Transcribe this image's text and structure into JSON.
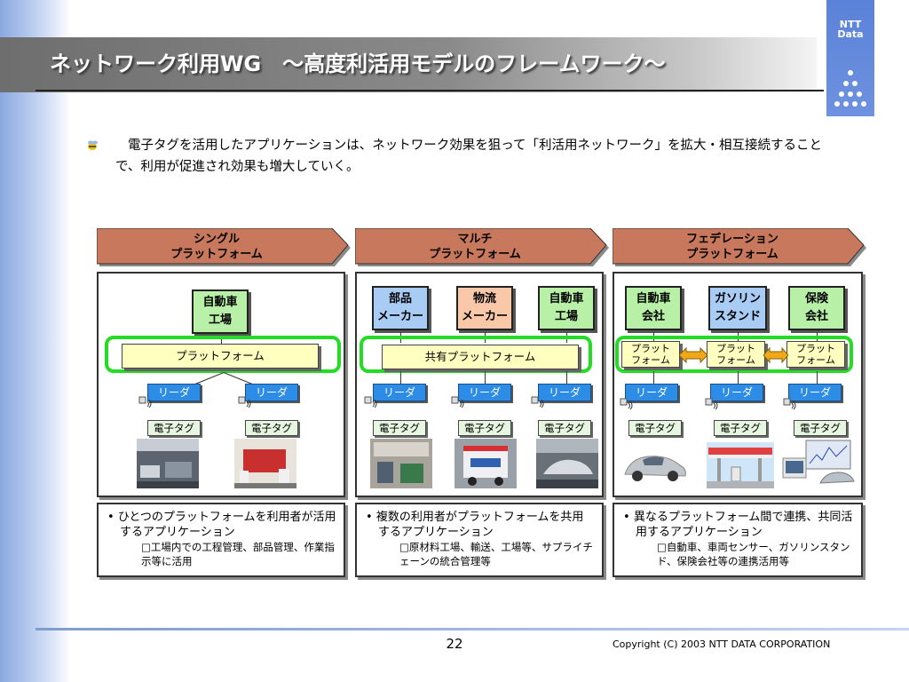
{
  "slide": {
    "title": "ネットワーク利用WG　～高度利活用モデルのフレームワーク～",
    "logo_text": "NTT\nData",
    "intro": "電子タグを活用したアプリケーションは、ネットワーク効果を狙って「利活用ネットワーク」を拡大・相互接続することで、利用が促進され効果も増大していく。",
    "page_number": "22",
    "copyright": "Copyright (C) 2003 NTT DATA CORPORATION"
  },
  "columns": [
    {
      "header_line1": "シングル",
      "header_line2": "プラットフォーム",
      "entities": [
        {
          "label": "自動車\n工場",
          "color": "green"
        }
      ],
      "platform": "プラットフォーム",
      "readers": [
        "リーダ",
        "リーダ"
      ],
      "tags": [
        "電子タグ",
        "電子タグ"
      ],
      "desc_bullet": "ひとつのプラットフォームを利用者が活用するアプリケーション",
      "desc_sub": "□工場内での工程管理、部品管理、作業指示等に活用"
    },
    {
      "header_line1": "マルチ",
      "header_line2": "プラットフォーム",
      "entities": [
        {
          "label": "部品\nメーカー",
          "color": "blue"
        },
        {
          "label": "物流\nメーカー",
          "color": "peach"
        },
        {
          "label": "自動車\n工場",
          "color": "green"
        }
      ],
      "platform": "共有プラットフォーム",
      "readers": [
        "リーダ",
        "リーダ",
        "リーダ"
      ],
      "tags": [
        "電子タグ",
        "電子タグ",
        "電子タグ"
      ],
      "desc_bullet": "複数の利用者がプラットフォームを共用するアプリケーション",
      "desc_sub": "□原材料工場、輸送、工場等、サプライチェーンの統合管理等"
    },
    {
      "header_line1": "フェデレーション",
      "header_line2": "プラットフォーム",
      "entities": [
        {
          "label": "自動車\n会社",
          "color": "green"
        },
        {
          "label": "ガソリン\nスタンド",
          "color": "blue"
        },
        {
          "label": "保険\n会社",
          "color": "green"
        }
      ],
      "platforms": [
        "プラット\nフォーム",
        "プラット\nフォーム",
        "プラット\nフォーム"
      ],
      "readers": [
        "リーダ",
        "リーダ",
        "リーダ"
      ],
      "tags": [
        "電子タグ",
        "電子タグ",
        "電子タグ"
      ],
      "desc_bullet": "異なるプラットフォーム間で連携、共同活用するアプリケーション",
      "desc_sub": "□自動車、車両センサー、ガソリンスタンド、保険会社等の連携活用等"
    }
  ],
  "colors": {
    "header_fill": "#c8785c",
    "entity_green": "#b8f0a8",
    "entity_blue": "#a8ccf4",
    "entity_peach": "#f8c8a8",
    "platform_fill": "#ffffc0",
    "ring": "#22dd22",
    "reader": "#2d8ce6"
  }
}
